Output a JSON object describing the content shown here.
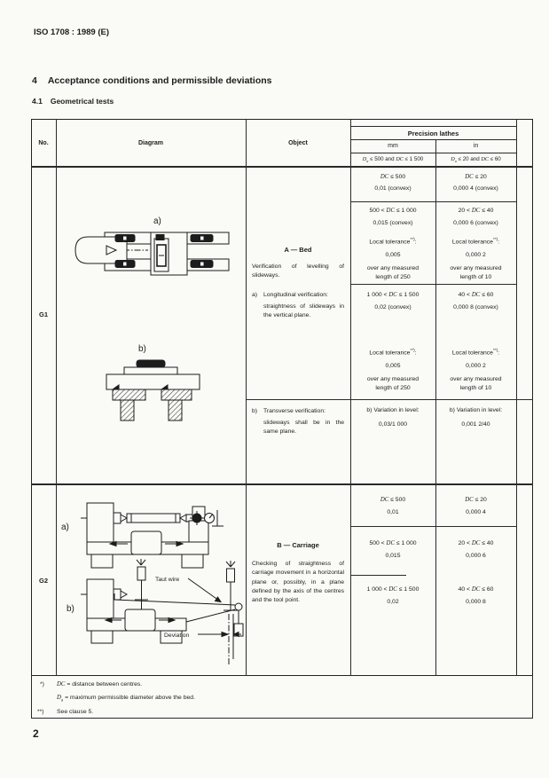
{
  "page": {
    "doc_ref": "ISO 1708 : 1989 (E)",
    "section_no": "4",
    "section_title": "Acceptance conditions and permissible deviations",
    "subsection_no": "4.1",
    "subsection_title": "Geometrical tests",
    "page_number": "2",
    "colors": {
      "ink": "#1c1c1c",
      "paper": "#fafaf7"
    }
  },
  "table": {
    "header": {
      "no": "No.",
      "diagram": "Diagram",
      "object": "Object",
      "group": "Precision lathes",
      "unit_mm": "mm",
      "unit_in": "in",
      "range_mm": "Da ≤ 500 and DC ≤ 1 500",
      "range_in": "Da ≤ 20 and DC ≤ 60"
    },
    "g1": {
      "no": "G1",
      "diagram": {
        "label_a": "a)",
        "label_b": "b)"
      },
      "object": {
        "title": "A — Bed",
        "intro": "Verification of levelling of slideways.",
        "a_marker": "a)",
        "a_title": "Longitudinal verification:",
        "a_text": "straightness of slideways in the vertical plane.",
        "b_marker": "b)",
        "b_title": "Transverse verification:",
        "b_text": "slideways shall be in the same plane."
      },
      "mm": {
        "r1_range": "DC ≤ 500",
        "r1_value": "0,01 (convex)",
        "r2_range": "500 < DC ≤ 1 000",
        "r2_value": "0,015 (convex)",
        "r2_local": "Local tolerance**):",
        "r2_local_value": "0,005",
        "r2_over_1": "over any measured",
        "r2_over_2": "length of 250",
        "r3_range": "1 000 < DC ≤ 1 500",
        "r3_value": "0,02 (convex)",
        "r3_local": "Local tolerance**):",
        "r3_local_value": "0,005",
        "r3_over_1": "over any measured",
        "r3_over_2": "length of 250",
        "r4_label": "b) Variation in level:",
        "r4_value": "0,03/1 000"
      },
      "in": {
        "r1_range": "DC ≤ 20",
        "r1_value": "0,000 4 (convex)",
        "r2_range": "20 < DC ≤ 40",
        "r2_value": "0,000 6 (convex)",
        "r2_local": "Local tolerance**):",
        "r2_local_value": "0,000 2",
        "r2_over_1": "over any measured",
        "r2_over_2": "length of 10",
        "r3_range": "40 < DC ≤ 60",
        "r3_value": "0,000 8 (convex)",
        "r3_local": "Local tolerance**):",
        "r3_local_value": "0,000 2",
        "r3_over_1": "over any measured",
        "r3_over_2": "length of 10",
        "r4_label": "b) Variation in level:",
        "r4_value": "0,001 2/40"
      }
    },
    "g2": {
      "no": "G2",
      "diagram": {
        "label_a": "a)",
        "label_b": "b)",
        "taut_wire": "Taut wire",
        "deviation": "Deviation"
      },
      "object": {
        "title": "B — Carriage",
        "text": "Checking of straightness of carriage movement in a horizontal plane or, possibly, in a plane defined by the axis of the centres and the tool point."
      },
      "mm": {
        "r1_range": "DC ≤ 500",
        "r1_value": "0,01",
        "r2_range": "500 < DC ≤ 1 000",
        "r2_value": "0,015",
        "r3_range": "1 000 < DC ≤ 1 500",
        "r3_value": "0,02"
      },
      "in": {
        "r1_range": "DC ≤ 20",
        "r1_value": "0,000 4",
        "r2_range": "20 < DC ≤ 40",
        "r2_value": "0,000 6",
        "r3_range": "40 < DC ≤ 60",
        "r3_value": "0,000 8"
      }
    }
  },
  "footnotes": {
    "f1_marker": "*)",
    "f1_text": "DC = distance between centres.",
    "f2_text": "Da = maximum permissible diameter above the bed.",
    "f3_marker": "**)",
    "f3_text": "See clause 5."
  }
}
